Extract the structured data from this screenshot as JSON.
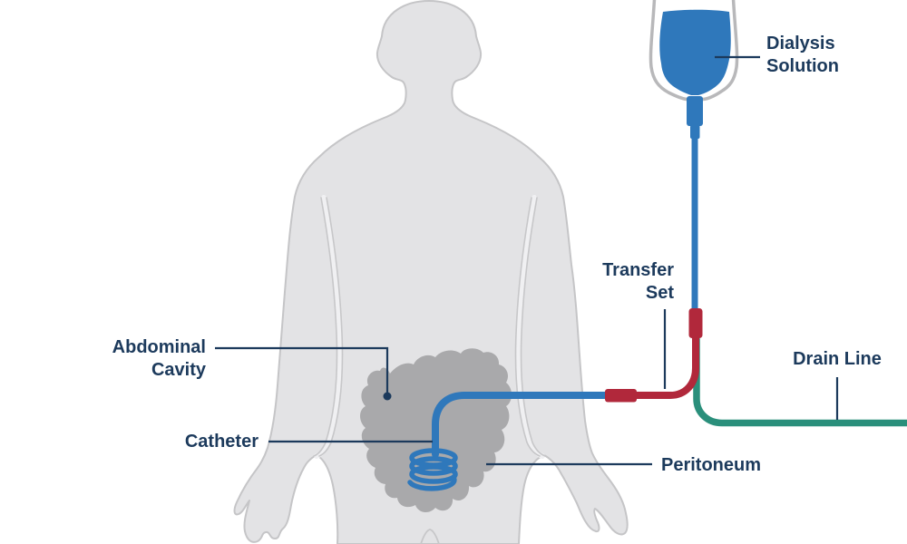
{
  "diagram": {
    "labels": {
      "dialysis_solution": {
        "line1": "Dialysis",
        "line2": "Solution"
      },
      "transfer_set": {
        "line1": "Transfer",
        "line2": "Set"
      },
      "drain_line": {
        "text": "Drain Line"
      },
      "abdominal_cavity": {
        "line1": "Abdominal",
        "line2": "Cavity"
      },
      "catheter": {
        "text": "Catheter"
      },
      "peritoneum": {
        "text": "Peritoneum"
      }
    },
    "colors": {
      "solution_blue": "#2f78bb",
      "transfer_set_red": "#b1283b",
      "drain_line_teal": "#2a8f7b",
      "label_navy": "#1c3a5c",
      "body_fill_gray": "#e3e3e5",
      "body_outline_gray": "#c5c5c7",
      "intestines_gray": "#a9a9ab",
      "bag_outline_gray": "#b8b8ba",
      "background": "#ffffff"
    }
  }
}
